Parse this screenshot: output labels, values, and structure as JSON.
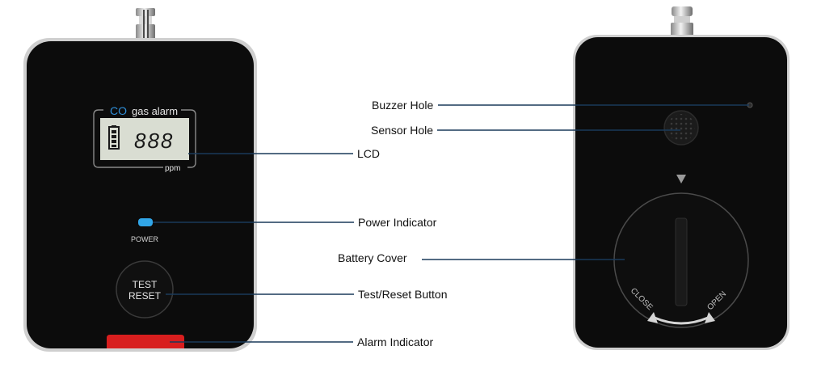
{
  "front_panel": {
    "panel_title_co": "CO",
    "panel_title_rest": "gas alarm",
    "lcd_digits": "888",
    "lcd_unit": "ppm",
    "power_label": "POWER",
    "button_line1": "TEST",
    "button_line2": "RESET"
  },
  "back_panel": {
    "cover_close_label": "CLOSE",
    "cover_open_label": "OPEN"
  },
  "callouts": {
    "lcd": "LCD",
    "power_indicator": "Power Indicator",
    "test_reset_button": "Test/Reset Button",
    "alarm_indicator": "Alarm Indicator",
    "buzzer_hole": "Buzzer Hole",
    "sensor_hole": "Sensor Hole",
    "battery_cover": "Battery Cover"
  },
  "colors": {
    "device_body": "#0c0c0c",
    "co_text": "#2f8fd8",
    "lcd_screen": "#d9ddd2",
    "power_led": "#31a6e8",
    "alarm_led": "#d81e1e",
    "leader_line": "#1a3a5a"
  }
}
